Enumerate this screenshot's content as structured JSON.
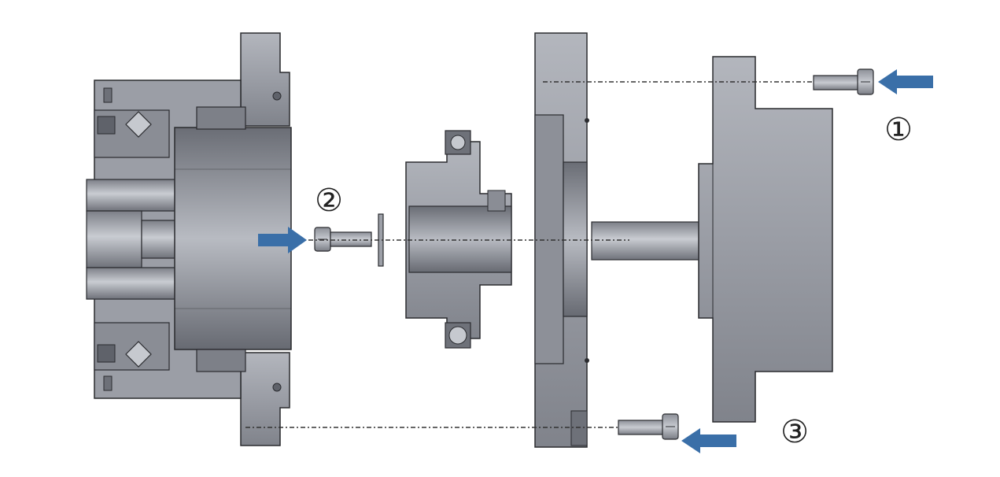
{
  "diagram": {
    "steps": [
      {
        "label": "①",
        "action": "insert-screw"
      },
      {
        "label": "②",
        "action": "insert-screw"
      },
      {
        "label": "③",
        "action": "insert-screw"
      }
    ]
  },
  "colors": {
    "arrow": "#3a6fa8",
    "metal_light": "#a9acb3",
    "metal_mid": "#8e9199",
    "metal_dark": "#6b6e76",
    "outline": "#2a2b2f",
    "guide_line": "#333333"
  }
}
